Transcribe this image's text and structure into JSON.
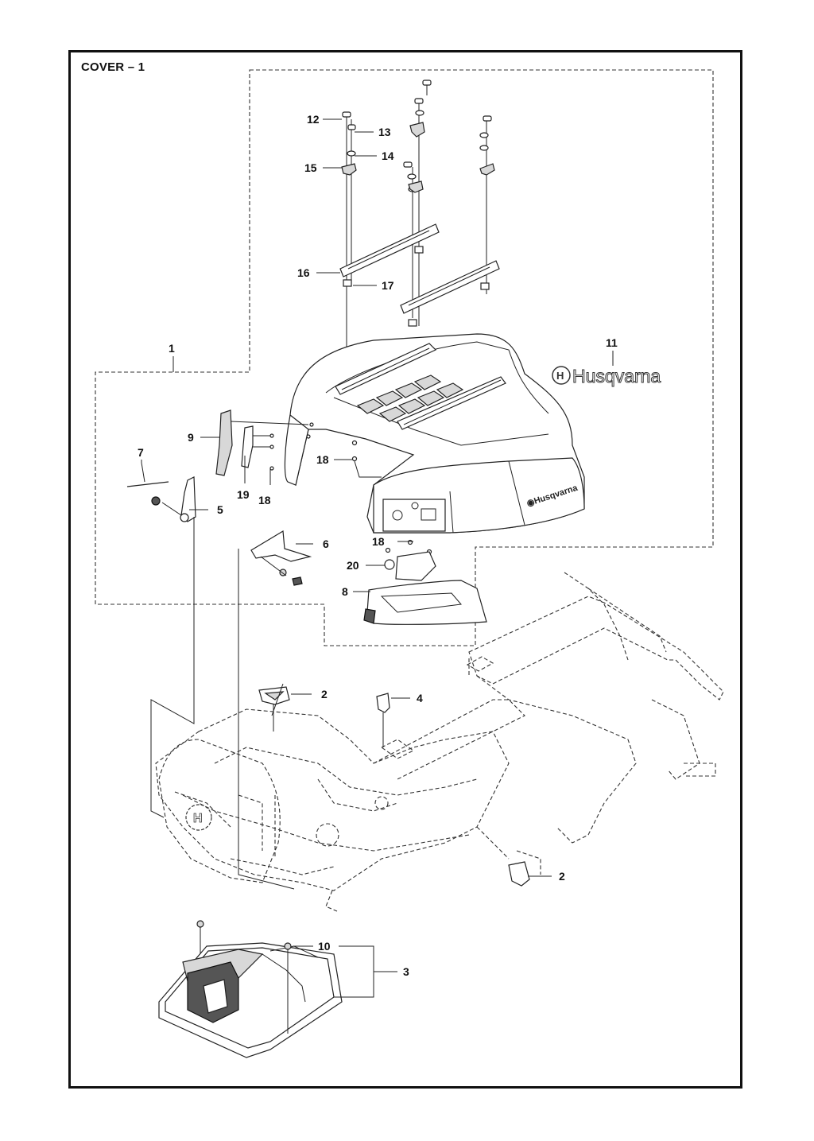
{
  "title": "COVER – 1",
  "brand_text": "Husqvarna",
  "callouts": [
    {
      "id": "c1",
      "text": "1"
    },
    {
      "id": "c2a",
      "text": "2"
    },
    {
      "id": "c2b",
      "text": "2"
    },
    {
      "id": "c3",
      "text": "3"
    },
    {
      "id": "c4",
      "text": "4"
    },
    {
      "id": "c5",
      "text": "5"
    },
    {
      "id": "c6",
      "text": "6"
    },
    {
      "id": "c7",
      "text": "7"
    },
    {
      "id": "c8",
      "text": "8"
    },
    {
      "id": "c9",
      "text": "9"
    },
    {
      "id": "c10",
      "text": "10"
    },
    {
      "id": "c11",
      "text": "11"
    },
    {
      "id": "c12",
      "text": "12"
    },
    {
      "id": "c13",
      "text": "13"
    },
    {
      "id": "c14",
      "text": "14"
    },
    {
      "id": "c15",
      "text": "15"
    },
    {
      "id": "c16",
      "text": "16"
    },
    {
      "id": "c17",
      "text": "17"
    },
    {
      "id": "c18a",
      "text": "18"
    },
    {
      "id": "c18b",
      "text": "18"
    },
    {
      "id": "c18c",
      "text": "18"
    },
    {
      "id": "c19",
      "text": "19"
    },
    {
      "id": "c20",
      "text": "20"
    }
  ]
}
